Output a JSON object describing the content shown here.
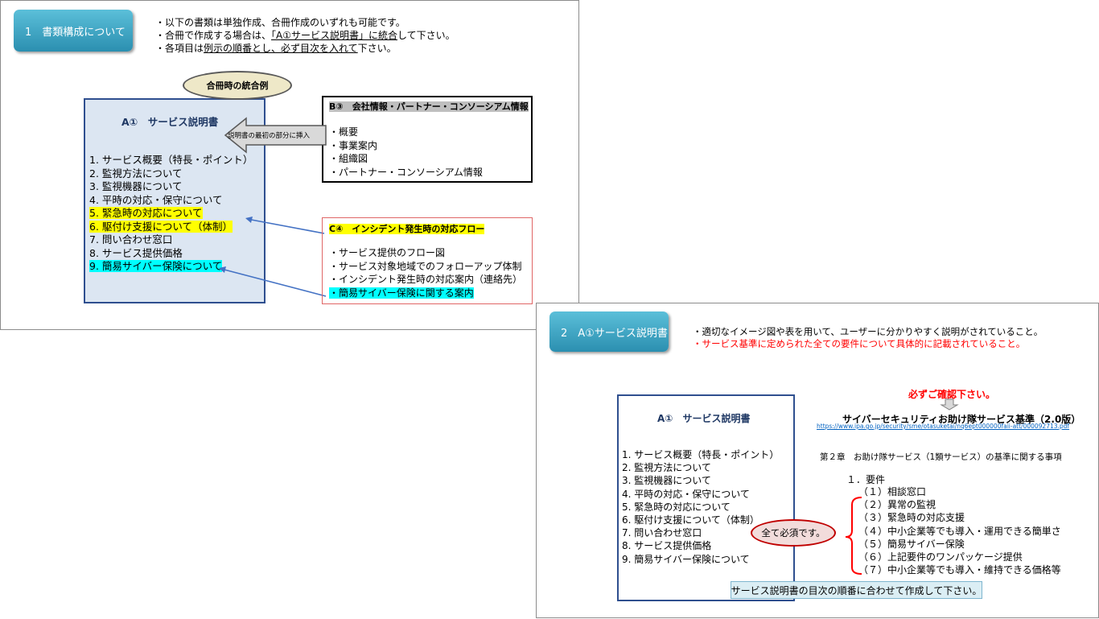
{
  "slide1": {
    "header_label": "1　書類構成について",
    "notes": [
      {
        "pre": "・以下の書類は単独作成、合冊作成のいずれも可能です。",
        "u": "",
        "post": ""
      },
      {
        "pre": "・合冊で作成する場合は、",
        "u": "「A①サービス説明書」に統合",
        "post": "して下さい。"
      },
      {
        "pre": "・各項目は",
        "u": "例示の順番とし、必ず目次を入れて",
        "post": "下さい。"
      }
    ],
    "oval_label": "合冊時の統合例",
    "box_a": {
      "title": "A①　サービス説明書",
      "items": [
        "1. サービス概要（特長・ポイント）",
        "2. 監視方法について",
        "3. 監視機器について",
        "4. 平時の対応・保守について",
        "5. 緊急時の対応について",
        "6. 駆付け支援について（体制）",
        "7. 問い合わせ窓口",
        "8. サービス提供価格",
        "9. 簡易サイバー保険について"
      ]
    },
    "arrow_label": "説明書の最初の部分に挿入",
    "box_b": {
      "title": "B③　会社情報・パートナー・コンソーシアム情報",
      "items": [
        "・概要",
        "・事業案内",
        "・組織図",
        "・パートナー・コンソーシアム情報"
      ]
    },
    "box_c": {
      "title": "C④　インシデント発生時の対応フロー",
      "items": [
        "・サービス提供のフロー図",
        "・サービス対象地域でのフォローアップ体制",
        "・インシデント発生時の対応案内（連絡先）",
        "・簡易サイバー保険に関する案内"
      ]
    }
  },
  "slide2": {
    "header_label": "2　A①サービス説明書",
    "note1": "・適切なイメージ図や表を用いて、ユーザーに分かりやすく説明がされていること。",
    "note2": "・サービス基準に定められた全ての要件について具体的に記載されていること。",
    "box_a": {
      "title": "A①　サービス説明書",
      "items": [
        "1. サービス概要（特長・ポイント）",
        "2. 監視方法について",
        "3. 監視機器について",
        "4. 平時の対応・保守について",
        "5. 緊急時の対応について",
        "6. 駆付け支援について（体制）",
        "7. 問い合わせ窓口",
        "8. サービス提供価格",
        "9. 簡易サイバー保険について"
      ]
    },
    "confirm_label": "必ずご確認下さい。",
    "standard_title": "サイバーセキュリティお助け隊サービス基準（2.0版）",
    "standard_url": "https://www.ipa.go.jp/security/sme/otasuketai/nq6ept000000faii-att/000092713.pdf",
    "chapter": "第２章　お助け隊サービス（1類サービス）の基準に関する事項",
    "req_heading": "１．要件",
    "requirements": [
      "（１）相談窓口",
      "（２）異常の監視",
      "（３）緊急時の対応支援",
      "（４）中小企業等でも導入・運用できる簡単さ",
      "（５）簡易サイバー保険",
      "（６）上記要件のワンパッケージ提供",
      "（７）中小企業等でも導入・維持できる価格等"
    ],
    "required_oval": "全て必須です。",
    "bottom_note": "サービス説明書の目次の順番に合わせて作成して下さい。"
  }
}
